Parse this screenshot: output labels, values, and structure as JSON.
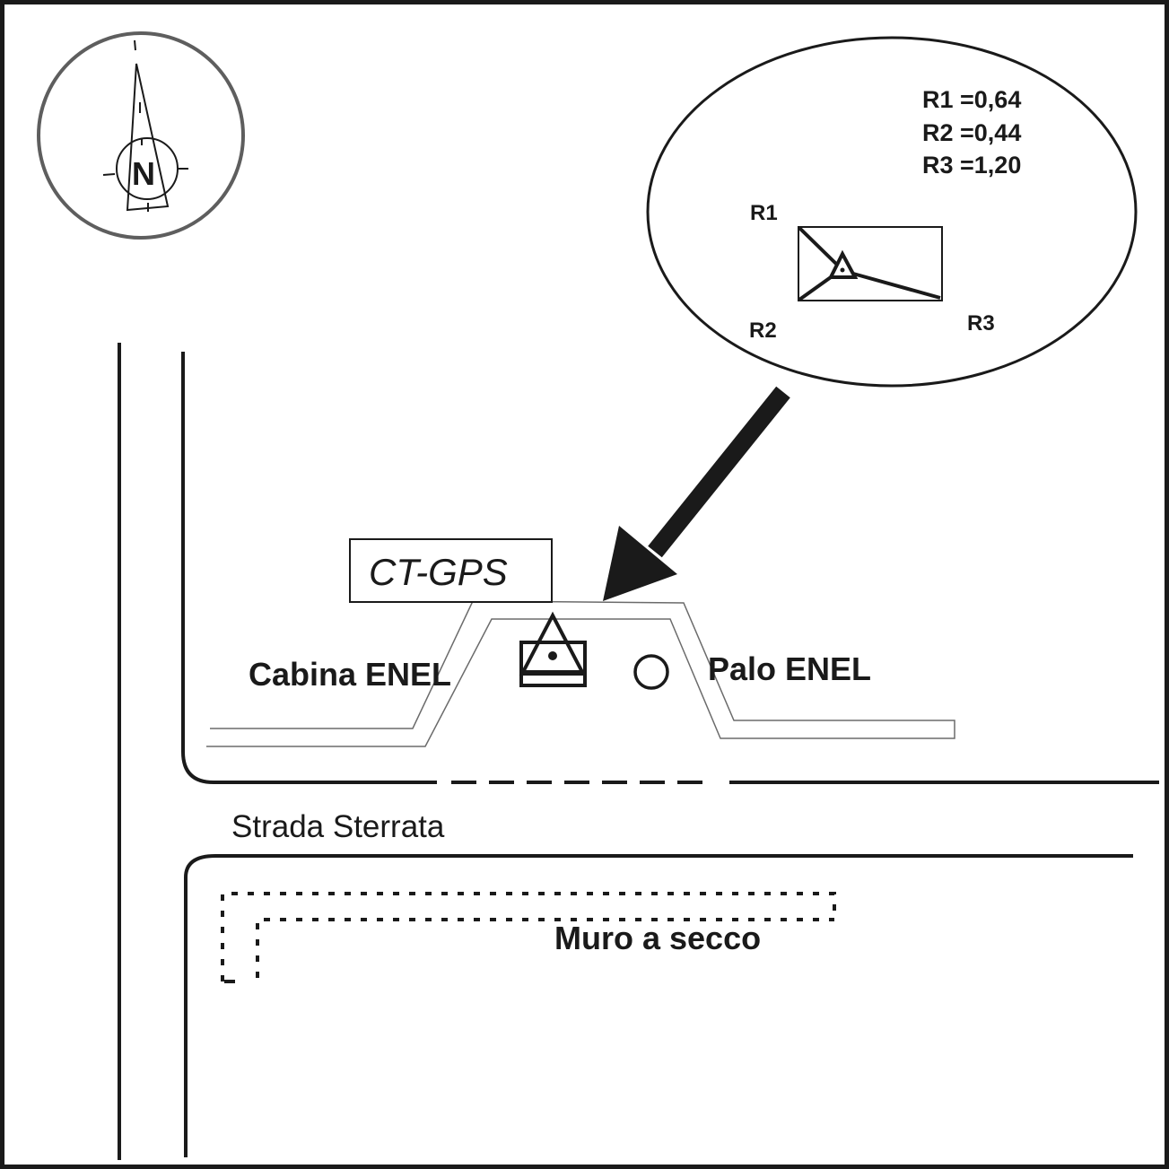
{
  "compass": {
    "letter": "N",
    "icon": "north-arrow-icon"
  },
  "detail_inset": {
    "measurements": [
      {
        "label": "R1 =0,64"
      },
      {
        "label": "R2 =0,44"
      },
      {
        "label": "R3 =1,20"
      }
    ],
    "corner_labels": {
      "r1": "R1",
      "r2": "R2",
      "r3": "R3"
    }
  },
  "point_label": "CT-GPS",
  "features": {
    "cabina": "Cabina ENEL",
    "palo": "Palo ENEL",
    "strada": "Strada Sterrata",
    "muro": "Muro a secco"
  },
  "colors": {
    "ink": "#1a1a1a",
    "thin_line": "#6b6b6b",
    "compass_ring": "#5e5e5e"
  }
}
